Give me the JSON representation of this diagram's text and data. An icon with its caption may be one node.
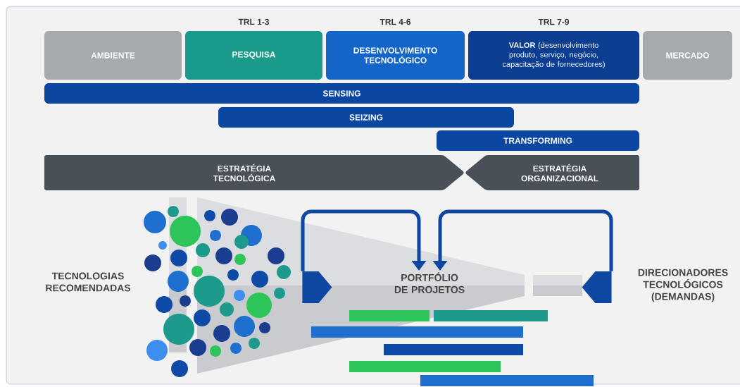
{
  "diagram": {
    "nodes": [
      {
        "text": [
          "AMBIENTE"
        ]
      },
      {
        "text": [
          "PESQUISA"
        ],
        "beside": [
          "TRL 1-3"
        ]
      },
      {
        "text": [
          "DESENVOLVIMENTO TECNOLÓGICO"
        ],
        "beside": [
          "TRL 4-6"
        ]
      },
      {
        "text": [
          "**VALOR** (desenvolvimento produto, serviço, negócio, capacitação de fornecedores)"
        ],
        "beside": [
          "TRL 7-9"
        ]
      },
      {
        "text": [
          "MERCADO"
        ]
      },
      {
        "text": [
          "SENSING"
        ]
      },
      {
        "text": [
          "SEIZING"
        ]
      },
      {
        "text": [
          "TRANSFORMING"
        ]
      },
      {
        "text": [
          "ESTRATÉGIA TECNOLÓGICA"
        ]
      },
      {
        "text": [
          "ESTRATÉGIA ORGANIZACIONAL"
        ]
      },
      {
        "text": [
          "TECNOLOGIAS RECOMENDADAS"
        ]
      },
      {
        "text": [],
        "shape": "pentagon"
      },
      {
        "text": [
          "PORTFÓLIO DE PROJETOS"
        ]
      },
      {
        "text": [],
        "shape": "pentagon"
      },
      {
        "text": [
          "DIRECIONADORES TECNOLÓGICOS (DEMANDAS)"
        ]
      }
    ],
    "edges": [
      {
        "from": 11,
        "to": 12,
        "arrow": "to"
      },
      {
        "from": 13,
        "to": 12,
        "arrow": "to"
      }
    ]
  }
}
